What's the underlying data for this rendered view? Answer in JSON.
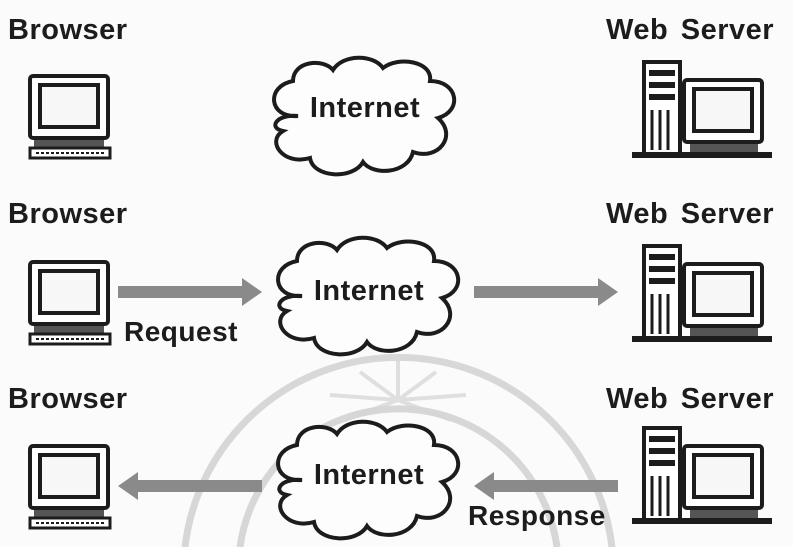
{
  "rows": [
    {
      "browser_label": "Browser",
      "cloud_label": "Internet",
      "server_label": "Web Server"
    },
    {
      "browser_label": "Browser",
      "cloud_label": "Internet",
      "server_label": "Web Server",
      "edge_label": "Request"
    },
    {
      "browser_label": "Browser",
      "cloud_label": "Internet",
      "server_label": "Web Server",
      "edge_label": "Response"
    }
  ],
  "colors": {
    "ink": "#1c1c1c",
    "arrow": "#8a8a8a",
    "screen": "#f7f7f7",
    "watermark": "#c9c9c9"
  }
}
